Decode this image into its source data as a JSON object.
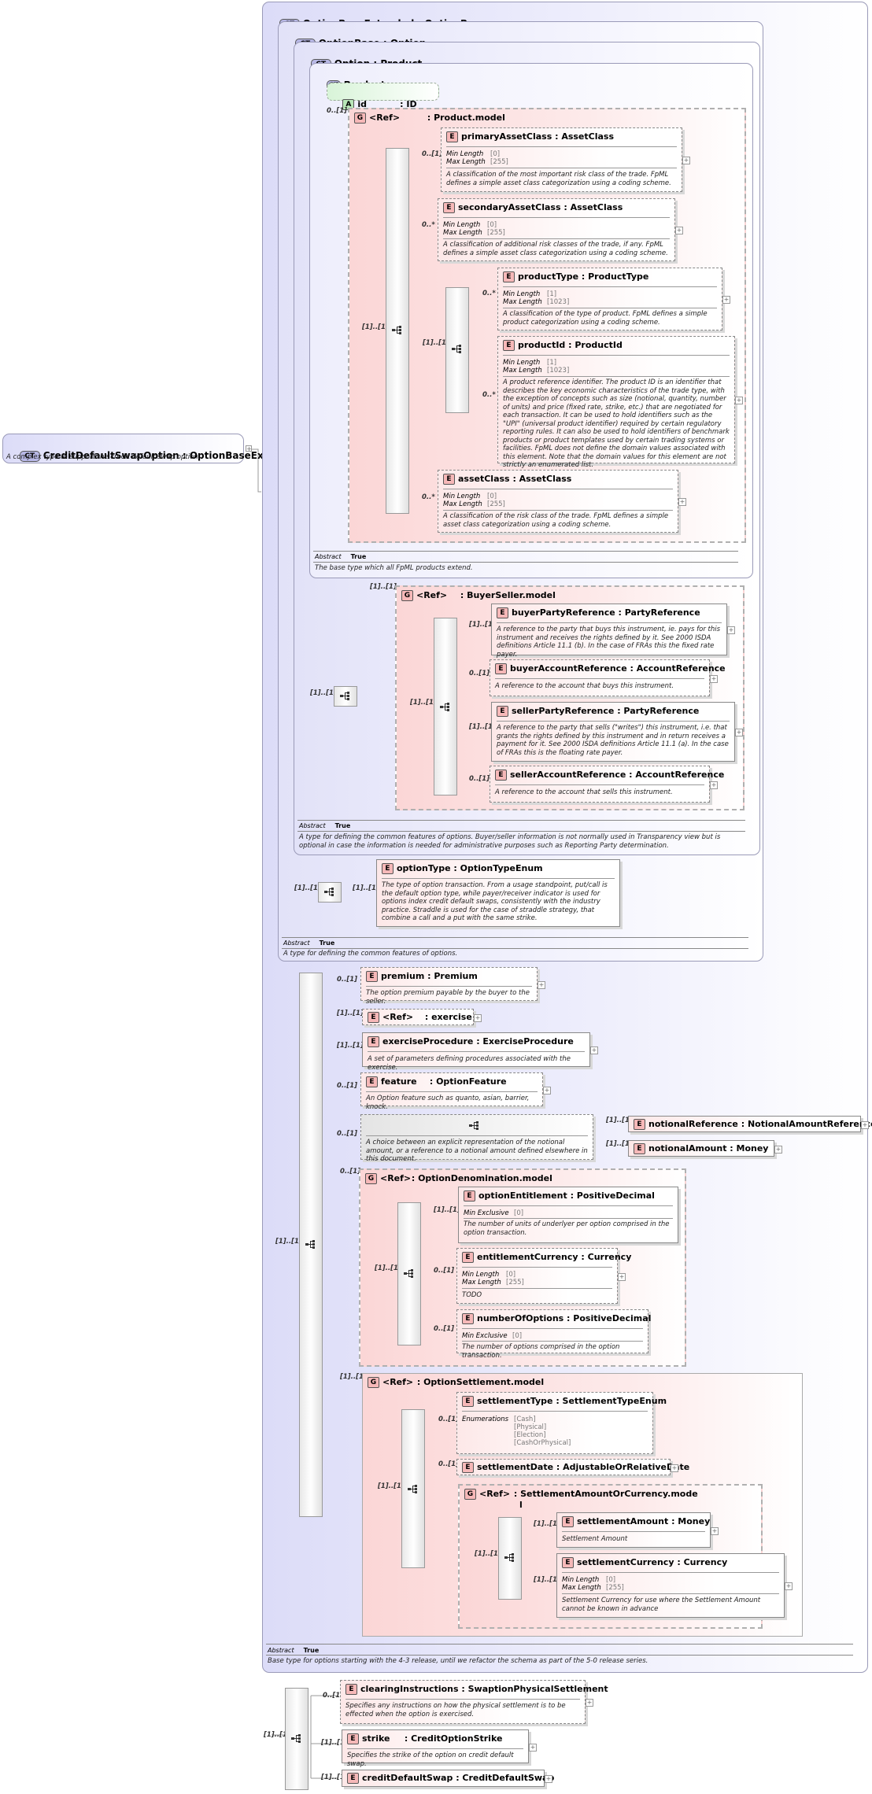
{
  "root": {
    "badge": "CT",
    "name": "CreditDefaultSwapOption",
    "type": "OptionBaseExtended",
    "description": "A complex type to support the credit default swap option."
  },
  "option_base_extended": {
    "badge": "CT",
    "name": "OptionBaseExtended",
    "type": "OptionBase",
    "abstract_label": "Abstract",
    "abstract_value": "True",
    "description": "Base type for options starting with the 4-3 release, until we refactor the schema as part of the 5-0 release series."
  },
  "option_base": {
    "badge": "CT",
    "name": "OptionBase",
    "type": "Option",
    "abstract_label": "Abstract",
    "abstract_value": "True",
    "description": "A type for defining the common features of options."
  },
  "option": {
    "badge": "CT",
    "name": "Option",
    "type": "Product",
    "abstract_label": "Abstract",
    "abstract_value": "True",
    "description": "A type for defining the common features of options. Buyer/seller information is not normally used in Transparency view but is optional in case the information is needed for administrative purposes such as Reporting Party determination."
  },
  "product": {
    "badge": "CT",
    "name": "Product",
    "abstract_label": "Abstract",
    "abstract_value": "True",
    "description": "The base type which all FpML products extend."
  },
  "attr_id": {
    "badge": "A",
    "name": "id",
    "type": "ID"
  },
  "product_model": {
    "badge": "G",
    "ref": "<Ref>",
    "name": "Product.model",
    "mult": "0..[1]",
    "seq_mult": "[1]..[1]"
  },
  "primary_asset_class": {
    "badge": "E",
    "name": "primaryAssetClass",
    "type": "AssetClass",
    "mult": "0..[1]",
    "f1": "Min Length",
    "v1": "[0]",
    "f2": "Max Length",
    "v2": "[255]",
    "description": "A classification of the most important risk class of the trade. FpML defines a simple asset class categorization using a coding scheme."
  },
  "secondary_asset_class": {
    "badge": "E",
    "name": "secondaryAssetClass",
    "type": "AssetClass",
    "mult": "0..*",
    "f1": "Min Length",
    "v1": "[0]",
    "f2": "Max Length",
    "v2": "[255]",
    "description": "A classification of additional risk classes of the trade, if any. FpML defines a simple asset class categorization using a coding scheme."
  },
  "choice_mult": "[1]..[1]",
  "product_type": {
    "badge": "E",
    "name": "productType",
    "type": "ProductType",
    "mult": "0..*",
    "f1": "Min Length",
    "v1": "[1]",
    "f2": "Max Length",
    "v2": "[1023]",
    "description": "A classification of the type of product. FpML defines a simple product categorization using a coding scheme."
  },
  "product_id": {
    "badge": "E",
    "name": "productId",
    "type": "ProductId",
    "mult": "0..*",
    "f1": "Min Length",
    "v1": "[1]",
    "f2": "Max Length",
    "v2": "[1023]",
    "description": "A product reference identifier. The product ID is an identifier that describes the key economic characteristics of the trade type, with the exception of concepts such as size (notional, quantity, number of units) and price (fixed rate, strike, etc.) that are negotiated for each transaction. It can be used to hold identifiers such as the \"UPI\" (universal product identifier) required by certain regulatory reporting rules. It can also be used to hold identifiers of benchmark products or product templates used by certain trading systems or facilities. FpML does not define the domain values associated with this element. Note that the domain values for this element are not strictly an enumerated list."
  },
  "asset_class": {
    "badge": "E",
    "name": "assetClass",
    "type": "AssetClass",
    "mult": "0..*",
    "f1": "Min Length",
    "v1": "[0]",
    "f2": "Max Length",
    "v2": "[255]",
    "description": "A classification of the risk class of the trade. FpML defines a simple asset class categorization using a coding scheme."
  },
  "option_seq_mult": "[1]..[1]",
  "buyer_seller_model": {
    "badge": "G",
    "ref": "<Ref>",
    "name": "BuyerSeller.model",
    "mult": "[1]..[1]",
    "seq_mult": "[1]..[1]"
  },
  "buyer_party_reference": {
    "badge": "E",
    "name": "buyerPartyReference",
    "type": "PartyReference",
    "mult": "[1]..[1]",
    "description": "A reference to the party that buys this instrument, ie. pays for this instrument and receives the rights defined by it. See 2000 ISDA definitions Article 11.1 (b). In the case of FRAs this the fixed rate payer."
  },
  "buyer_account_reference": {
    "badge": "E",
    "name": "buyerAccountReference",
    "type": "AccountReference",
    "mult": "0..[1]",
    "description": "A reference to the account that buys this instrument."
  },
  "seller_party_reference": {
    "badge": "E",
    "name": "sellerPartyReference",
    "type": "PartyReference",
    "mult": "[1]..[1]",
    "description": "A reference to the party that sells (\"writes\") this instrument, i.e. that grants the rights defined by this instrument and in return receives a payment for it. See 2000 ISDA definitions Article 11.1 (a). In the case of FRAs this is the floating rate payer."
  },
  "seller_account_reference": {
    "badge": "E",
    "name": "sellerAccountReference",
    "type": "AccountReference",
    "mult": "0..[1]",
    "description": "A reference to the account that sells this instrument."
  },
  "option_base_seq_mult": "[1]..[1]",
  "option_type": {
    "badge": "E",
    "name": "optionType",
    "type": "OptionTypeEnum",
    "mult": "[1]..[1]",
    "description": "The type of option transaction. From a usage standpoint, put/call is the default option type, while payer/receiver indicator is used for options index credit default swaps, consistently with the industry practice. Straddle is used for the case of straddle strategy, that combine a call and a put with the same strike."
  },
  "ext_seq_mult": "[1]..[1]",
  "premium": {
    "badge": "E",
    "name": "premium",
    "type": "Premium",
    "mult": "0..[1]",
    "description": "The option premium payable by the buyer to the seller."
  },
  "exercise": {
    "badge": "E",
    "ref": "<Ref>",
    "name": "exercise",
    "mult": "[1]..[1]"
  },
  "exercise_procedure": {
    "badge": "E",
    "name": "exerciseProcedure",
    "type": "ExerciseProcedure",
    "mult": "[1]..[1]",
    "description": "A set of parameters defining procedures associated with the exercise."
  },
  "feature": {
    "badge": "E",
    "name": "feature",
    "type": "OptionFeature",
    "mult": "0..[1]",
    "description": "An Option feature such as quanto, asian, barrier, knock."
  },
  "notional_choice": {
    "mult": "0..[1]",
    "description": "A choice between an explicit representation of the notional amount, or a reference to a notional amount defined elsewhere in this document."
  },
  "notional_reference": {
    "badge": "E",
    "name": "notionalReference",
    "type": "NotionalAmountReference",
    "mult": "[1]..[1]"
  },
  "notional_amount": {
    "badge": "E",
    "name": "notionalAmount",
    "type": "Money",
    "mult": "[1]..[1]"
  },
  "option_denomination_model": {
    "badge": "G",
    "ref": "<Ref>",
    "name": "OptionDenomination.model",
    "mult": "0..[1]",
    "seq_mult": "[1]..[1]"
  },
  "option_entitlement": {
    "badge": "E",
    "name": "optionEntitlement",
    "type": "PositiveDecimal",
    "mult": "[1]..[1]",
    "f1": "Min Exclusive",
    "v1": "[0]",
    "description": "The number of units of underlyer per option comprised in the option transaction."
  },
  "entitlement_currency": {
    "badge": "E",
    "name": "entitlementCurrency",
    "type": "Currency",
    "mult": "0..[1]",
    "f1": "Min Length",
    "v1": "[0]",
    "f2": "Max Length",
    "v2": "[255]",
    "description": "TODO"
  },
  "number_of_options": {
    "badge": "E",
    "name": "numberOfOptions",
    "type": "PositiveDecimal",
    "mult": "0..[1]",
    "f1": "Min Exclusive",
    "v1": "[0]",
    "description": "The number of options comprised in the option transaction."
  },
  "option_settlement_model": {
    "badge": "G",
    "ref": "<Ref>",
    "name": "OptionSettlement.model",
    "mult": "[1]..[1]",
    "seq_mult": "[1]..[1]"
  },
  "settlement_type": {
    "badge": "E",
    "name": "settlementType",
    "type": "SettlementTypeEnum",
    "mult": "0..[1]",
    "f1": "Enumerations",
    "values": [
      "[Cash]",
      "[Physical]",
      "[Election]",
      "[CashOrPhysical]"
    ]
  },
  "settlement_date": {
    "badge": "E",
    "name": "settlementDate",
    "type": "AdjustableOrRelativeDate",
    "mult": "0..[1]"
  },
  "settlement_amount_or_currency_model": {
    "badge": "G",
    "ref": "<Ref>",
    "name": "SettlementAmountOrCurrency.mode",
    "name2": "l",
    "seq_mult": "[1]..[1]"
  },
  "settlement_amount": {
    "badge": "E",
    "name": "settlementAmount",
    "type": "Money",
    "mult": "[1]..[1]",
    "description": "Settlement Amount"
  },
  "settlement_currency": {
    "badge": "E",
    "name": "settlementCurrency",
    "type": "Currency",
    "mult": "[1]..[1]",
    "f1": "Min Length",
    "v1": "[0]",
    "f2": "Max Length",
    "v2": "[255]",
    "description": "Settlement Currency for use where the Settlement Amount cannot be known in advance"
  },
  "root_seq_mult": "[1]..[1]",
  "clearing_instructions": {
    "badge": "E",
    "name": "clearingInstructions",
    "type": "SwaptionPhysicalSettlement",
    "mult": "0..[1]",
    "description": "Specifies any instructions on how the physical settlement is to be effected when the option is exercised."
  },
  "strike": {
    "badge": "E",
    "name": "strike",
    "type": "CreditOptionStrike",
    "mult": "[1]..[1]",
    "description": "Specifies the strike of the option on credit default swap."
  },
  "credit_default_swap": {
    "badge": "E",
    "name": "creditDefaultSwap",
    "type": "CreditDefaultSwap",
    "mult": "[1]..[1]"
  },
  "sep": " : ",
  "plus": "+"
}
